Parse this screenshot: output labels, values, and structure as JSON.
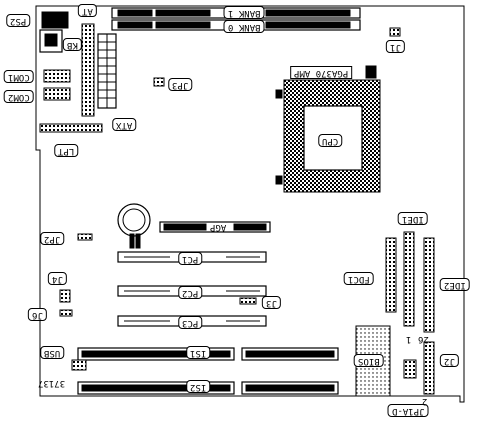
{
  "labels": {
    "ps2": "PS2",
    "at": "AT",
    "kb": "KB",
    "com1": "COM1",
    "com2": "COM2",
    "jp3": "JP3",
    "atx": "ATX",
    "lpt": "LPT",
    "jp2": "JP2",
    "j4": "J4",
    "j6": "J6",
    "usb": "USB",
    "board_id": "37137",
    "bank1": "BANK 1",
    "bank0": "BANK 0",
    "j1": "J1",
    "pga370": "PGA370 AMP",
    "cpu": "CPU",
    "agp": "AGP",
    "pc1": "PC1",
    "pc2": "PC2",
    "pc3": "PC3",
    "j3": "J3",
    "is1": "IS1",
    "is2": "IS2",
    "ide1": "IDE1",
    "ide2": "IDE2",
    "fdc1": "FDC1",
    "j2": "J2",
    "bios": "BIOS",
    "jp1": "JP1A-D",
    "pin1": "1",
    "pin2": "2",
    "pin26": "26"
  }
}
